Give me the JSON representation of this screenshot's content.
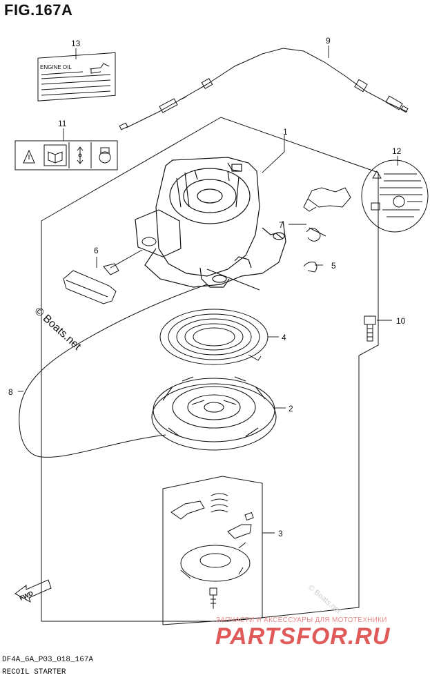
{
  "figure": {
    "title": "FIG.167A",
    "code": "DF4A_6A_P03_018_167A",
    "name": "RECOIL STARTER"
  },
  "callouts": [
    "1",
    "2",
    "3",
    "4",
    "5",
    "6",
    "7",
    "8",
    "9",
    "10",
    "11",
    "12",
    "13"
  ],
  "label_13": {
    "text": "ENGINE OIL"
  },
  "copyright": {
    "main": "© Boats.net",
    "faint": "© Boats.net"
  },
  "watermark": {
    "tagline": "ЗАПЧАСТИ И АКСЕССУАРЫ ДЛЯ МОТОТЕХНИКИ",
    "logo": "PARTSFOR.RU",
    "color": "#e05a5a"
  },
  "fwd": {
    "text": "FWD"
  }
}
